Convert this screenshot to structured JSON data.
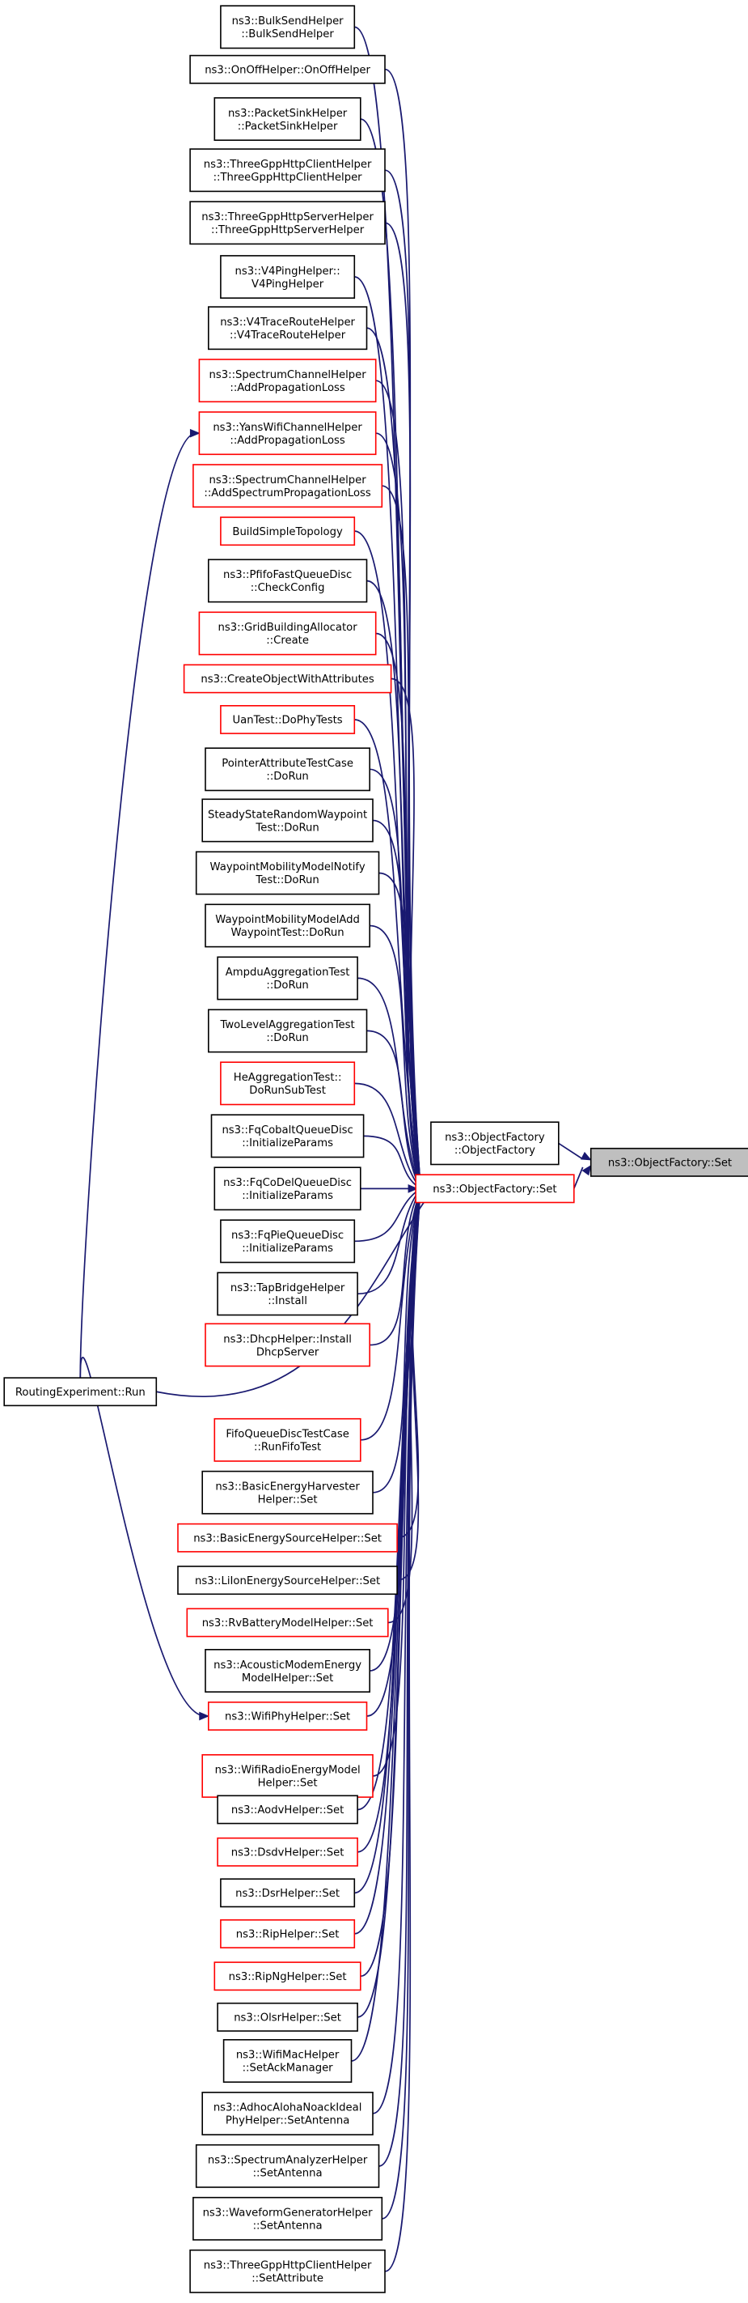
{
  "target": {
    "id": "set",
    "lines": [
      "ns3::ObjectFactory::Set"
    ],
    "focus": true
  },
  "hub": {
    "id": "hub",
    "lines": [
      "ns3::ObjectFactory::Set"
    ],
    "red": true
  },
  "factory": {
    "id": "factory",
    "lines": [
      "ns3::ObjectFactory",
      "::ObjectFactory"
    ]
  },
  "routing": {
    "id": "routing",
    "lines": [
      "RoutingExperiment::Run"
    ]
  },
  "callers": [
    {
      "id": "c0",
      "lines": [
        "ns3::BulkSendHelper",
        "::BulkSendHelper"
      ],
      "red": false
    },
    {
      "id": "c1",
      "lines": [
        "ns3::OnOffHelper::OnOffHelper"
      ],
      "red": false
    },
    {
      "id": "c2",
      "lines": [
        "ns3::PacketSinkHelper",
        "::PacketSinkHelper"
      ],
      "red": false
    },
    {
      "id": "c3",
      "lines": [
        "ns3::ThreeGppHttpClientHelper",
        "::ThreeGppHttpClientHelper"
      ],
      "red": false
    },
    {
      "id": "c4",
      "lines": [
        "ns3::ThreeGppHttpServerHelper",
        "::ThreeGppHttpServerHelper"
      ],
      "red": false
    },
    {
      "id": "c5",
      "lines": [
        "ns3::V4PingHelper::",
        "V4PingHelper"
      ],
      "red": false
    },
    {
      "id": "c6",
      "lines": [
        "ns3::V4TraceRouteHelper",
        "::V4TraceRouteHelper"
      ],
      "red": false
    },
    {
      "id": "c7",
      "lines": [
        "ns3::SpectrumChannelHelper",
        "::AddPropagationLoss"
      ],
      "red": true
    },
    {
      "id": "c8",
      "lines": [
        "ns3::YansWifiChannelHelper",
        "::AddPropagationLoss"
      ],
      "red": true
    },
    {
      "id": "c9",
      "lines": [
        "ns3::SpectrumChannelHelper",
        "::AddSpectrumPropagationLoss"
      ],
      "red": true
    },
    {
      "id": "c10",
      "lines": [
        "BuildSimpleTopology"
      ],
      "red": true
    },
    {
      "id": "c11",
      "lines": [
        "ns3::PfifoFastQueueDisc",
        "::CheckConfig"
      ],
      "red": false
    },
    {
      "id": "c12",
      "lines": [
        "ns3::GridBuildingAllocator",
        "::Create"
      ],
      "red": true
    },
    {
      "id": "c13",
      "lines": [
        "ns3::CreateObjectWithAttributes"
      ],
      "red": true
    },
    {
      "id": "c14",
      "lines": [
        "UanTest::DoPhyTests"
      ],
      "red": true
    },
    {
      "id": "c15",
      "lines": [
        "PointerAttributeTestCase",
        "::DoRun"
      ],
      "red": false
    },
    {
      "id": "c16",
      "lines": [
        "SteadyStateRandomWaypoint",
        "Test::DoRun"
      ],
      "red": false
    },
    {
      "id": "c17",
      "lines": [
        "WaypointMobilityModelNotify",
        "Test::DoRun"
      ],
      "red": false
    },
    {
      "id": "c18",
      "lines": [
        "WaypointMobilityModelAdd",
        "WaypointTest::DoRun"
      ],
      "red": false
    },
    {
      "id": "c19",
      "lines": [
        "AmpduAggregationTest",
        "::DoRun"
      ],
      "red": false
    },
    {
      "id": "c20",
      "lines": [
        "TwoLevelAggregationTest",
        "::DoRun"
      ],
      "red": false
    },
    {
      "id": "c21",
      "lines": [
        "HeAggregationTest::",
        "DoRunSubTest"
      ],
      "red": true
    },
    {
      "id": "c22",
      "lines": [
        "ns3::FqCobaltQueueDisc",
        "::InitializeParams"
      ],
      "red": false
    },
    {
      "id": "c23",
      "lines": [
        "ns3::FqCoDelQueueDisc",
        "::InitializeParams"
      ],
      "red": false
    },
    {
      "id": "c24",
      "lines": [
        "ns3::FqPieQueueDisc",
        "::InitializeParams"
      ],
      "red": false
    },
    {
      "id": "c25",
      "lines": [
        "ns3::TapBridgeHelper",
        "::Install"
      ],
      "red": false
    },
    {
      "id": "c26",
      "lines": [
        "ns3::DhcpHelper::Install",
        "DhcpServer"
      ],
      "red": true
    },
    {
      "id": "c27",
      "lines": [
        "FifoQueueDiscTestCase",
        "::RunFifoTest"
      ],
      "red": true
    },
    {
      "id": "c28",
      "lines": [
        "ns3::BasicEnergyHarvester",
        "Helper::Set"
      ],
      "red": false
    },
    {
      "id": "c29",
      "lines": [
        "ns3::BasicEnergySourceHelper::Set"
      ],
      "red": true
    },
    {
      "id": "c30",
      "lines": [
        "ns3::LiIonEnergySourceHelper::Set"
      ],
      "red": false
    },
    {
      "id": "c31",
      "lines": [
        "ns3::RvBatteryModelHelper::Set"
      ],
      "red": true
    },
    {
      "id": "c32",
      "lines": [
        "ns3::AcousticModemEnergy",
        "ModelHelper::Set"
      ],
      "red": false
    },
    {
      "id": "c33",
      "lines": [
        "ns3::WifiPhyHelper::Set"
      ],
      "red": true
    },
    {
      "id": "c34",
      "lines": [
        "ns3::WifiRadioEnergyModel",
        "Helper::Set"
      ],
      "red": true
    },
    {
      "id": "c35",
      "lines": [
        "ns3::AodvHelper::Set"
      ],
      "red": false
    },
    {
      "id": "c36",
      "lines": [
        "ns3::DsdvHelper::Set"
      ],
      "red": true
    },
    {
      "id": "c37",
      "lines": [
        "ns3::DsrHelper::Set"
      ],
      "red": false
    },
    {
      "id": "c38",
      "lines": [
        "ns3::RipHelper::Set"
      ],
      "red": true
    },
    {
      "id": "c39",
      "lines": [
        "ns3::RipNgHelper::Set"
      ],
      "red": true
    },
    {
      "id": "c40",
      "lines": [
        "ns3::OlsrHelper::Set"
      ],
      "red": false
    },
    {
      "id": "c41",
      "lines": [
        "ns3::WifiMacHelper",
        "::SetAckManager"
      ],
      "red": false
    },
    {
      "id": "c42",
      "lines": [
        "ns3::AdhocAlohaNoackIdeal",
        "PhyHelper::SetAntenna"
      ],
      "red": false
    },
    {
      "id": "c43",
      "lines": [
        "ns3::SpectrumAnalyzerHelper",
        "::SetAntenna"
      ],
      "red": false
    },
    {
      "id": "c44",
      "lines": [
        "ns3::WaveformGeneratorHelper",
        "::SetAntenna"
      ],
      "red": false
    },
    {
      "id": "c45",
      "lines": [
        "ns3::ThreeGppHttpClientHelper",
        "::SetAttribute"
      ],
      "red": false
    }
  ],
  "routing_targets": [
    "c8",
    "c33"
  ],
  "colors": {
    "edge": "#191970",
    "plain_border": "#000000",
    "highlight_border": "#ff0000",
    "focus_fill": "#bfbfbf"
  }
}
